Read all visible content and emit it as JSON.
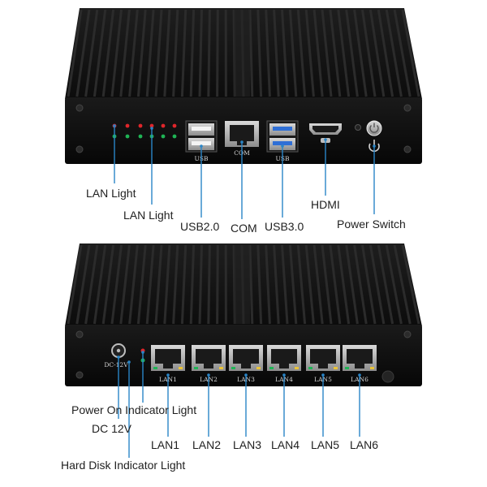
{
  "front_labels": {
    "lan_light_1": "LAN Light",
    "lan_light_2": "LAN Light",
    "usb2": "USB2.0",
    "com": "COM",
    "usb3": "USB3.0",
    "hdmi": "HDMI",
    "power_switch": "Power Switch"
  },
  "front_panel_text": {
    "usb_left": "USB",
    "com": "COM",
    "usb_right": "USB"
  },
  "rear_labels": {
    "power_on_light": "Power On Indicator Light",
    "dc12v": "DC 12V",
    "hard_disk_light": "Hard Disk Indicator Light",
    "lan1": "LAN1",
    "lan2": "LAN2",
    "lan3": "LAN3",
    "lan4": "LAN4",
    "lan5": "LAN5",
    "lan6": "LAN6"
  },
  "rear_panel_text": {
    "dc12v": "DC-12V",
    "ports": [
      "LAN1",
      "LAN2",
      "LAN3",
      "LAN4",
      "LAN5",
      "LAN6"
    ]
  },
  "colors": {
    "body": "#141414",
    "fins": "#2b2b2b",
    "callout_line": "#2a86c8",
    "usb3_port": "#2f6fd6",
    "led_red": "#e0262b",
    "led_green": "#1fb455"
  }
}
